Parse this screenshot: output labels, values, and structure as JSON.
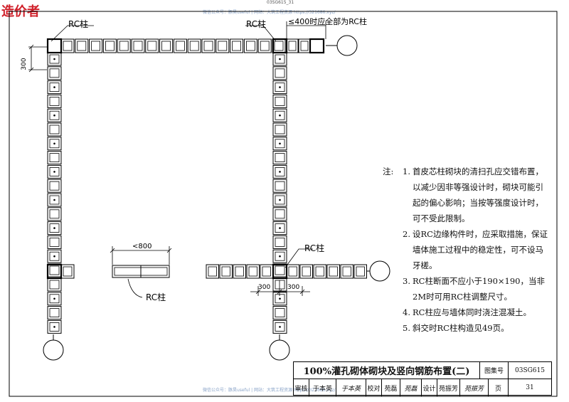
{
  "stamp": "造价者",
  "top_code": "03SG615_31",
  "watermark_top": "微信公众号：豚昊useful | 网站：大筑工程资源 https://321686.xyz/",
  "watermark_bottom": "微信公众号：豚昊useful | 网站：大筑工程资源 https://321686.xyz/",
  "labels": {
    "rc_top_left": "RC柱",
    "rc_top_mid": "RC柱",
    "rc_mid": "RC柱",
    "rc_free": "RC柱",
    "note_400": "≤400时应全部为RC柱",
    "dim_300_left": "300",
    "dim_800": "<800",
    "dim_300_a": "300",
    "dim_300_b": "300"
  },
  "notes": {
    "lead": "注:",
    "items": [
      {
        "num": "1.",
        "lines": [
          "首皮芯柱砌块的清扫孔应交错布置，",
          "以减少因非等强设计时，砌块可能引",
          "起的偏心影响；当按等强度设计时，",
          "可不受此限制。"
        ]
      },
      {
        "num": "2.",
        "lines": [
          "设RC边缘构件时，应采取措施，保证",
          "墙体施工过程中的稳定性，可不设马",
          "牙槎。"
        ]
      },
      {
        "num": "3.",
        "lines": [
          "RC柱断面不应小于190×190，当非",
          "2M时可用RC柱调整尺寸。"
        ]
      },
      {
        "num": "4.",
        "lines": [
          "RC柱应与墙体同时浇注混凝土。"
        ]
      },
      {
        "num": "5.",
        "lines": [
          "斜交时RC柱构造见49页。"
        ]
      }
    ]
  },
  "title_block": {
    "title": "100%灌孔砌体砌块及竖向钢筋布置(二)",
    "atlas_label": "图集号",
    "atlas_no": "03SG615",
    "review_label": "审核",
    "reviewer": "于本英",
    "reviewer_sig": "于本英",
    "check_label": "校对",
    "checker": "苑磊",
    "checker_sig": "苑磊",
    "design_label": "设计",
    "designer": "苑振芳",
    "designer_sig": "苑振芳",
    "page_label": "页",
    "page_no": "31"
  }
}
